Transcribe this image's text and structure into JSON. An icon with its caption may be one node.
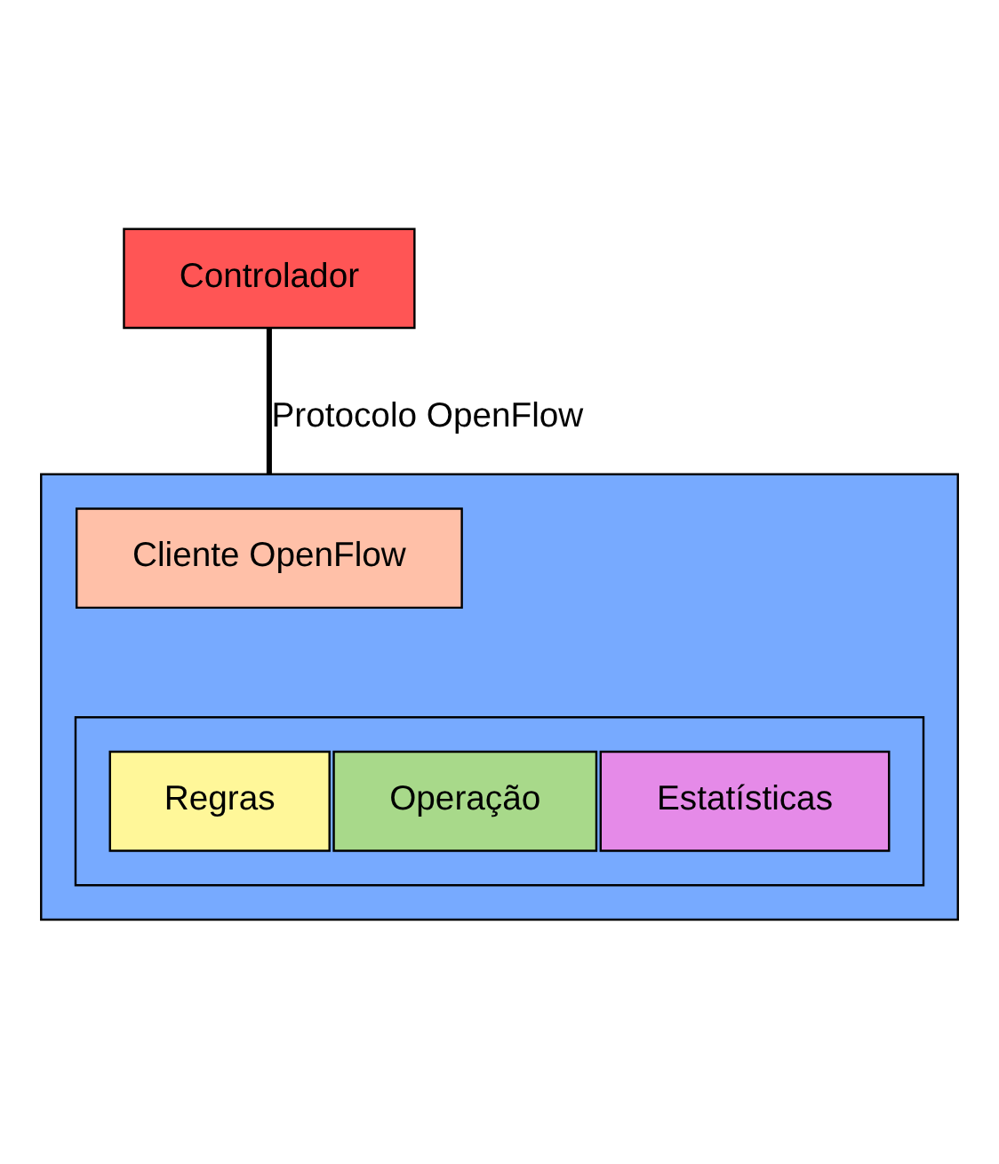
{
  "diagram": {
    "nodes": [
      {
        "text": [
          "Controlador"
        ]
      },
      {
        "text": [],
        "shape": "box"
      },
      {
        "text": [
          "Cliente OpenFlow"
        ],
        "in": 1
      },
      {
        "text": [],
        "shape": "box",
        "in": 1
      },
      {
        "text": [
          "Regras"
        ],
        "in": 3
      },
      {
        "text": [
          "Operação"
        ],
        "in": 3
      },
      {
        "text": [
          "Estatísticas"
        ],
        "in": 3
      }
    ],
    "edges": [
      {
        "from": 0,
        "to": 1,
        "arrow": "none",
        "label": "Protocolo OpenFlow"
      }
    ]
  }
}
